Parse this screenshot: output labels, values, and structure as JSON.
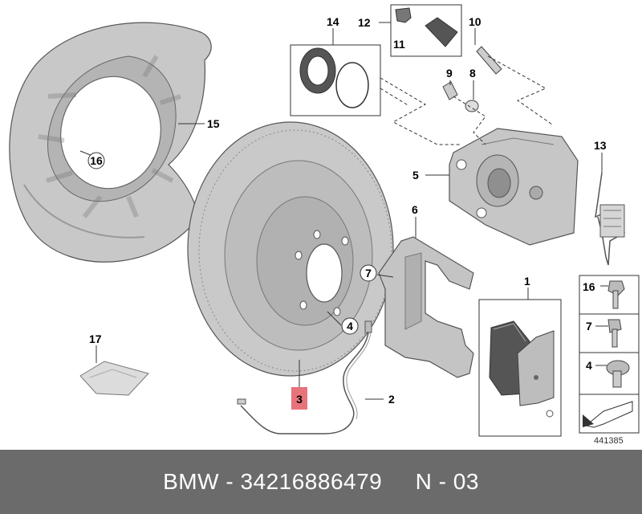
{
  "callouts": {
    "c1": "1",
    "c2": "2",
    "c3": "3",
    "c4": "4",
    "c5": "5",
    "c6": "6",
    "c7": "7",
    "c8": "8",
    "c9": "9",
    "c10": "10",
    "c11": "11",
    "c12": "12",
    "c13": "13",
    "c14": "14",
    "c15": "15",
    "c16": "16",
    "c17": "17"
  },
  "legend": {
    "c16": "16",
    "c7": "7",
    "c4": "4"
  },
  "diagram_number": "441385",
  "highlight_color": "#e8737a",
  "footer": {
    "brand": "BMW",
    "sep1": " - ",
    "part_number": "34216886479",
    "gap": "     ",
    "position": "N - 03"
  }
}
